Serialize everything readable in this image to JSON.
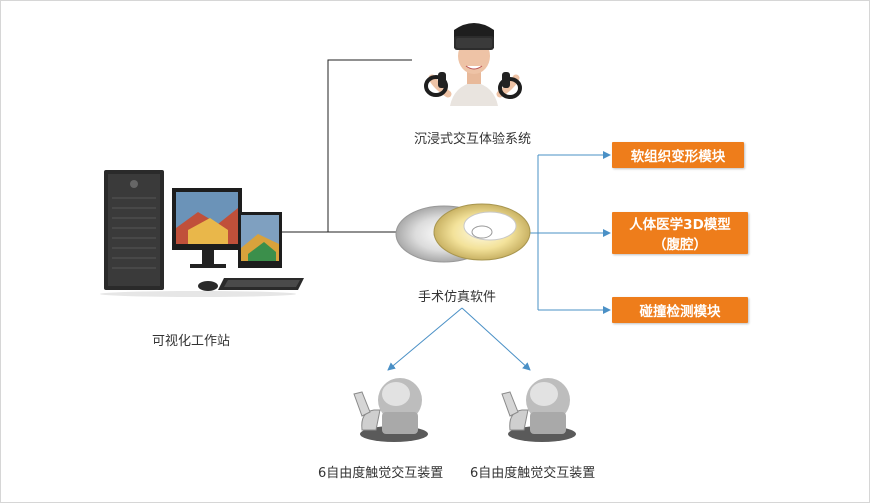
{
  "nodes": {
    "vr": "沉浸式交互体验系统",
    "software": "手术仿真软件",
    "workstation": "可视化工作站",
    "haptic_left": "6自由度触觉交互装置",
    "haptic_right": "6自由度触觉交互装置"
  },
  "modules": {
    "soft_tissue": "软组织变形模块",
    "model_3d_line1": "人体医学3D模型",
    "model_3d_line2": "（腹腔）",
    "collision": "碰撞检测模块"
  },
  "colors": {
    "module_box": "#ee7d1b",
    "connector_black": "#222222",
    "connector_blue": "#4a90c6"
  }
}
